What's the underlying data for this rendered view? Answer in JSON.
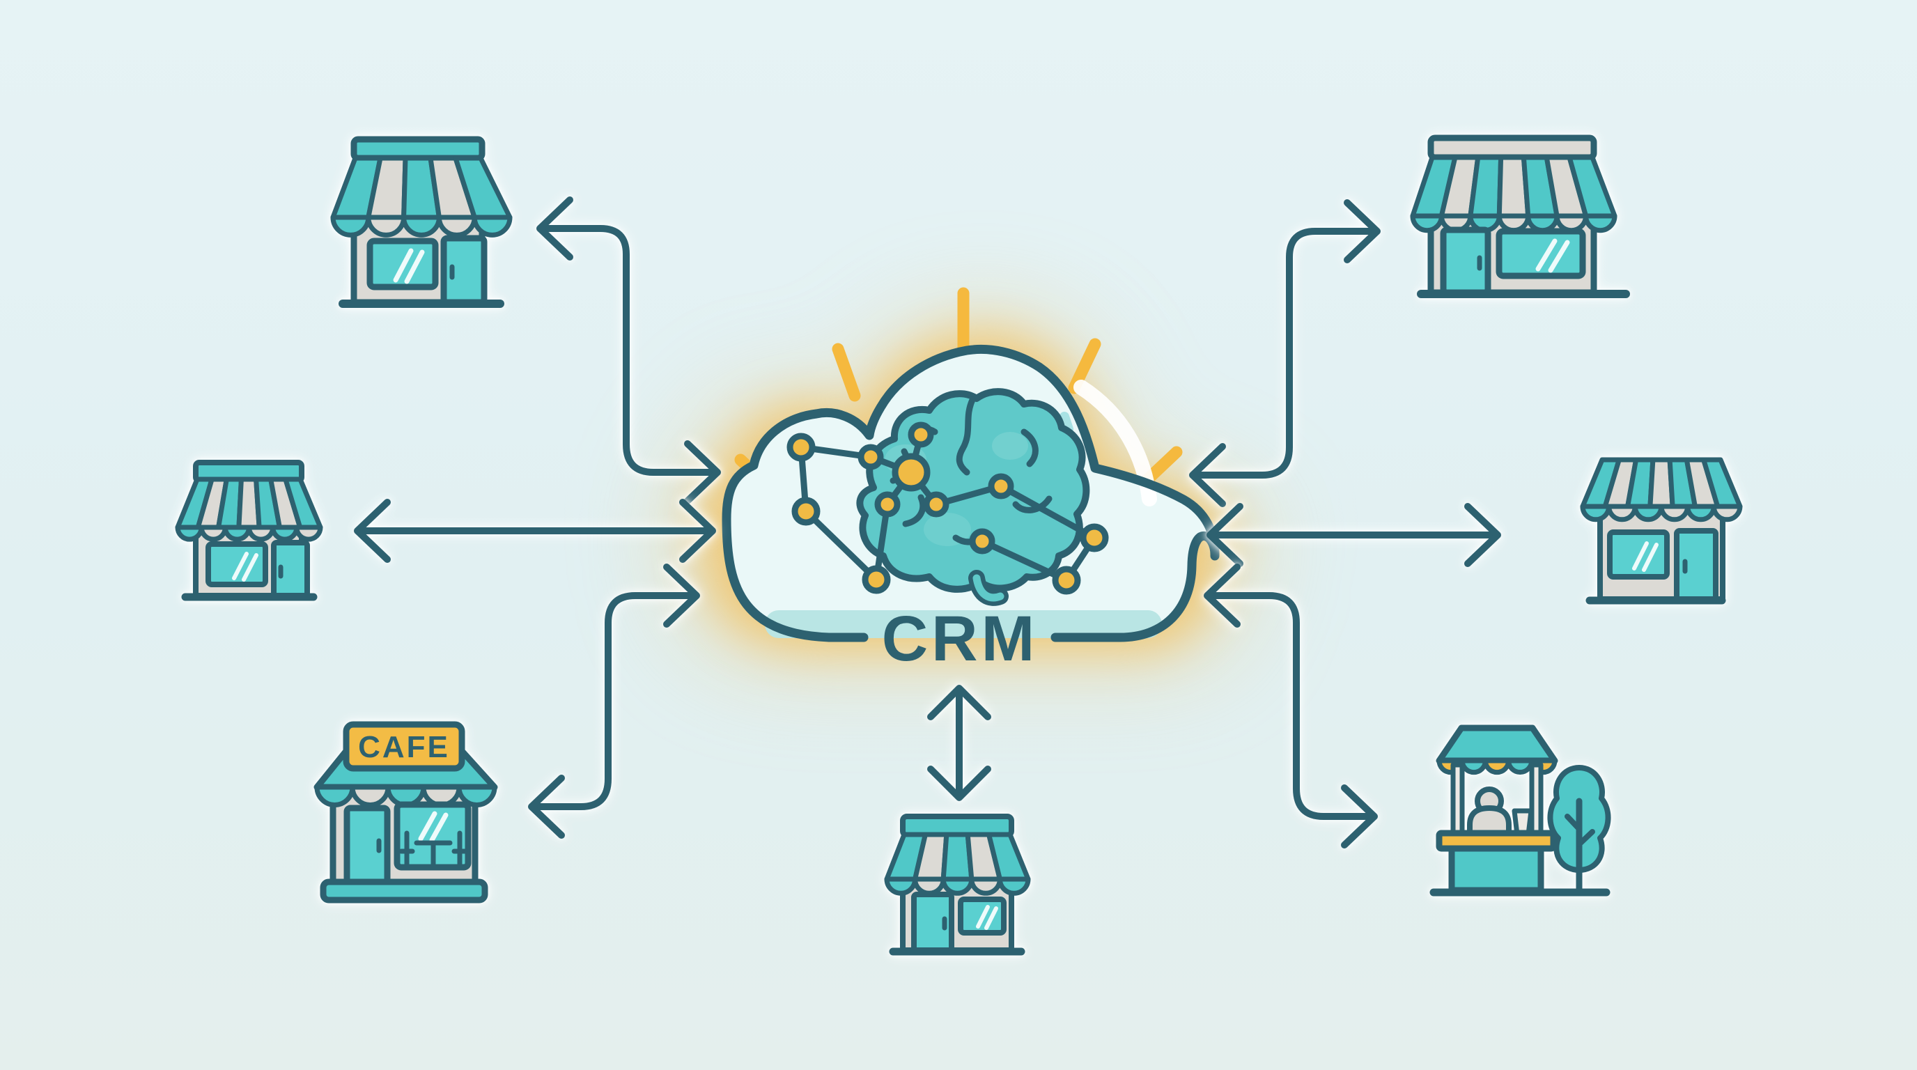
{
  "scene": {
    "description": "CRM cloud hub with brain network connected to local businesses",
    "center": {
      "label": "CRM"
    },
    "cafe": {
      "sign": "CAFE"
    },
    "colors": {
      "background": "#e2f1f3",
      "outline": "#2d6170",
      "teal": "#50c8c8",
      "gray": "#dcdad5",
      "yellow": "#f3bc45",
      "cloud_fill": "#eaf8f8",
      "cloud_band": "#b9e5e4",
      "glow": "#f2bd55",
      "brain": "#5fc9c9",
      "node": "#f0bb45"
    },
    "icons": [
      {
        "name": "storefront-top-left"
      },
      {
        "name": "storefront-middle-left"
      },
      {
        "name": "cafe-bottom-left"
      },
      {
        "name": "storefront-bottom-center"
      },
      {
        "name": "storefront-top-right"
      },
      {
        "name": "storefront-middle-right"
      },
      {
        "name": "market-stall-bottom-right"
      },
      {
        "name": "tree"
      },
      {
        "name": "crm-cloud"
      },
      {
        "name": "brain-network"
      },
      {
        "name": "sun-rays"
      }
    ],
    "connectors": [
      {
        "name": "arrow-top-left",
        "type": "elbow",
        "bidirectional": true
      },
      {
        "name": "arrow-middle-left",
        "type": "straight",
        "bidirectional": true
      },
      {
        "name": "arrow-bottom-left",
        "type": "elbow",
        "bidirectional": true
      },
      {
        "name": "arrow-bottom-center",
        "type": "straight",
        "bidirectional": true
      },
      {
        "name": "arrow-top-right",
        "type": "elbow",
        "bidirectional": true
      },
      {
        "name": "arrow-middle-right",
        "type": "straight",
        "bidirectional": true
      },
      {
        "name": "arrow-bottom-right",
        "type": "elbow",
        "bidirectional": true
      }
    ]
  }
}
